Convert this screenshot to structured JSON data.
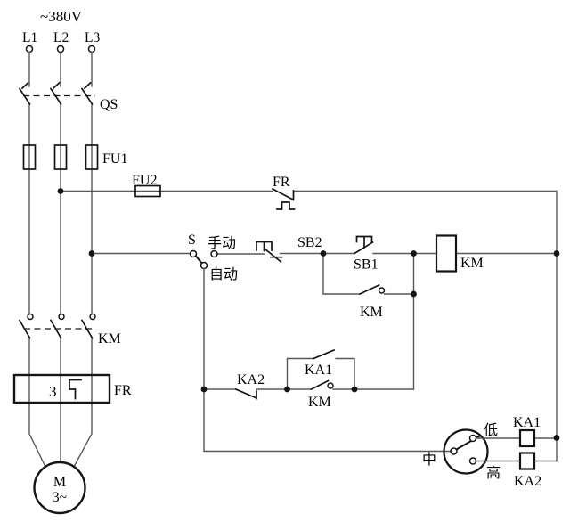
{
  "diagram": {
    "supply": {
      "voltage": "~380V",
      "phases": [
        "L1",
        "L2",
        "L3"
      ]
    },
    "power_circuit": {
      "disconnect": "QS",
      "main_fuses": "FU1",
      "contactor_contacts": "KM",
      "overload_element": "FR",
      "overload_poles": "3",
      "motor_symbol": "M",
      "motor_type": "3~"
    },
    "control_circuit": {
      "control_fuse": "FU2",
      "overload_contact": "FR",
      "selector": {
        "label": "S",
        "manual": "手动",
        "auto": "自动"
      },
      "stop_button": "SB2",
      "start_button": "SB1",
      "contactor_coil": "KM",
      "seal_in_contact": "KM",
      "auto_branch": {
        "ka2_nc_contact": "KA2",
        "ka1_no_contact": "KA1",
        "km_no_contact": "KM"
      },
      "level_switch": {
        "low": "低",
        "middle": "中",
        "high": "高"
      },
      "relay_coil_low": "KA1",
      "relay_coil_high": "KA2"
    },
    "colors": {
      "background": "#ffffff",
      "wire": "#575757",
      "symbol": "#141414",
      "text": "#000000"
    }
  }
}
